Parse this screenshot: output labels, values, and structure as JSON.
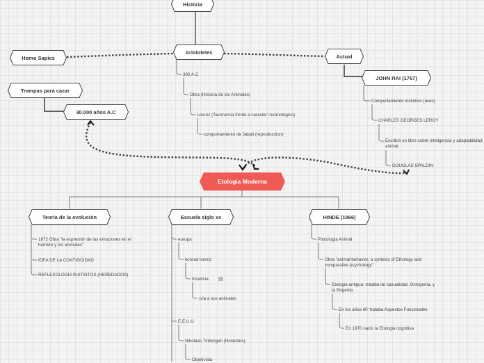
{
  "colors": {
    "central": "#f05a55",
    "line": "#7a7a7a",
    "dotted": "#444444"
  },
  "central": {
    "label": "Etologia Moderna"
  },
  "top_nodes": {
    "historia": "Historia",
    "aristoteles": "Aristoteles",
    "homo_sapies": "Homo Sapies",
    "actual": "Actual",
    "trampas": "Trampas para cazar",
    "anos": "30.000 años A.C",
    "john_rai": "JOHN RAI (1767)"
  },
  "aristoteles_items": [
    "300 A.C",
    "Obra (Historia de los Animales)",
    "Lorenz (Taxonomia frente a caracter mormologico)",
    "comportamiento de Jabali (reproduccion)"
  ],
  "john_rai_items": [
    "Comportamiento instintivo (aves)",
    "CHARLES GEORGES LEROY",
    "Escribió un libro sobre inteligencia y adaptabilidad",
    "animal",
    "DOUGLAS SPALDIN"
  ],
  "branches": {
    "teoria": {
      "label": "Teoría de la evolución",
      "items": [
        "1872 Obra  \"la expresión de las emociones en el",
        "hombre y los animales\"",
        "IDEA DE LA CONTIGÜIDAD",
        "REFLEXOLOGIA INSTINTOS (HEREDADOS)"
      ]
    },
    "escuela": {
      "label": "Escuela siglo xx",
      "items": [
        "europa",
        "konrad lorenz",
        "Innatista",
        "cria a sus animales",
        "E.E.U.U",
        "Nikolaas Tinbergen (Holandes)",
        "Objetivista"
      ]
    },
    "hinde": {
      "label": "HINDE (1966)",
      "items": [
        "Psicologia  Animal",
        "Obra \"animal behavior, a syntesis of Ethology and",
        "comparative psychology\"",
        "Etologia antigua: trataba de casualidad, Ontogenia, y",
        "la filogenia.",
        "En los años 60' trataba:Aspectos Funcionales",
        "En 1970 nacio la Etologia cognitiva"
      ]
    }
  }
}
